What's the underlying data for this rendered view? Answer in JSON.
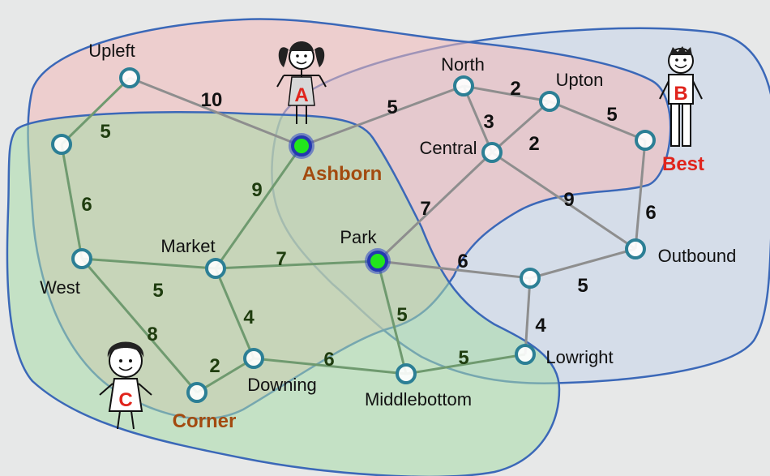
{
  "colors": {
    "region_a": "#f2b8b8",
    "region_b": "#c7d3ea",
    "region_c": "#a8dba8",
    "region_stroke": "#3b68b8",
    "edge": "#8e8e8e",
    "edge_green": "#6f9a6f",
    "node_ring": "#2c7f95",
    "node_highlight": "#22e61b",
    "weight_dark": "#111111",
    "weight_green": "#1f3d0f",
    "person_a_label": "#a34a0f",
    "person_b_label": "#e0241c",
    "person_c_label": "#a34a0f"
  },
  "nodes": [
    {
      "id": "upleft",
      "label": "Upleft",
      "highlight": false
    },
    {
      "id": "westtop",
      "label": "",
      "highlight": false
    },
    {
      "id": "west",
      "label": "West",
      "highlight": false
    },
    {
      "id": "corner",
      "label": "Corner",
      "highlight": false
    },
    {
      "id": "market",
      "label": "Market",
      "highlight": false
    },
    {
      "id": "downing",
      "label": "Downing",
      "highlight": false
    },
    {
      "id": "ashborn",
      "label": "Ashborn",
      "highlight": true
    },
    {
      "id": "park",
      "label": "Park",
      "highlight": true
    },
    {
      "id": "middlebottom",
      "label": "Middlebottom",
      "highlight": false
    },
    {
      "id": "north",
      "label": "North",
      "highlight": false
    },
    {
      "id": "upton",
      "label": "Upton",
      "highlight": false
    },
    {
      "id": "central",
      "label": "Central",
      "highlight": false
    },
    {
      "id": "best",
      "label": "Best",
      "highlight": false
    },
    {
      "id": "outbound",
      "label": "Outbound",
      "highlight": false
    },
    {
      "id": "eastmid",
      "label": "",
      "highlight": false
    },
    {
      "id": "lowright",
      "label": "Lowright",
      "highlight": false
    }
  ],
  "edges": [
    {
      "from": "upleft",
      "to": "ashborn",
      "weight": "10"
    },
    {
      "from": "upleft",
      "to": "westtop",
      "weight": "5"
    },
    {
      "from": "westtop",
      "to": "west",
      "weight": "6"
    },
    {
      "from": "west",
      "to": "market",
      "weight": "5"
    },
    {
      "from": "west",
      "to": "corner",
      "weight": "8"
    },
    {
      "from": "market",
      "to": "ashborn",
      "weight": "9"
    },
    {
      "from": "market",
      "to": "park",
      "weight": "7"
    },
    {
      "from": "market",
      "to": "downing",
      "weight": "4"
    },
    {
      "from": "corner",
      "to": "downing",
      "weight": "2"
    },
    {
      "from": "downing",
      "to": "middlebottom",
      "weight": "6"
    },
    {
      "from": "middlebottom",
      "to": "lowright",
      "weight": "5"
    },
    {
      "from": "park",
      "to": "middlebottom",
      "weight": "5"
    },
    {
      "from": "park",
      "to": "central",
      "weight": "7"
    },
    {
      "from": "park",
      "to": "eastmid",
      "weight": "6"
    },
    {
      "from": "ashborn",
      "to": "north",
      "weight": "5"
    },
    {
      "from": "north",
      "to": "upton",
      "weight": "2"
    },
    {
      "from": "north",
      "to": "central",
      "weight": "3"
    },
    {
      "from": "central",
      "to": "upton",
      "weight": "2"
    },
    {
      "from": "upton",
      "to": "best",
      "weight": "5"
    },
    {
      "from": "central",
      "to": "outbound",
      "weight": "9"
    },
    {
      "from": "best",
      "to": "outbound",
      "weight": "6"
    },
    {
      "from": "eastmid",
      "to": "outbound",
      "weight": "5"
    },
    {
      "from": "eastmid",
      "to": "lowright",
      "weight": "4"
    }
  ],
  "people": [
    {
      "id": "a",
      "letter": "A"
    },
    {
      "id": "b",
      "letter": "B"
    },
    {
      "id": "c",
      "letter": "C"
    }
  ]
}
